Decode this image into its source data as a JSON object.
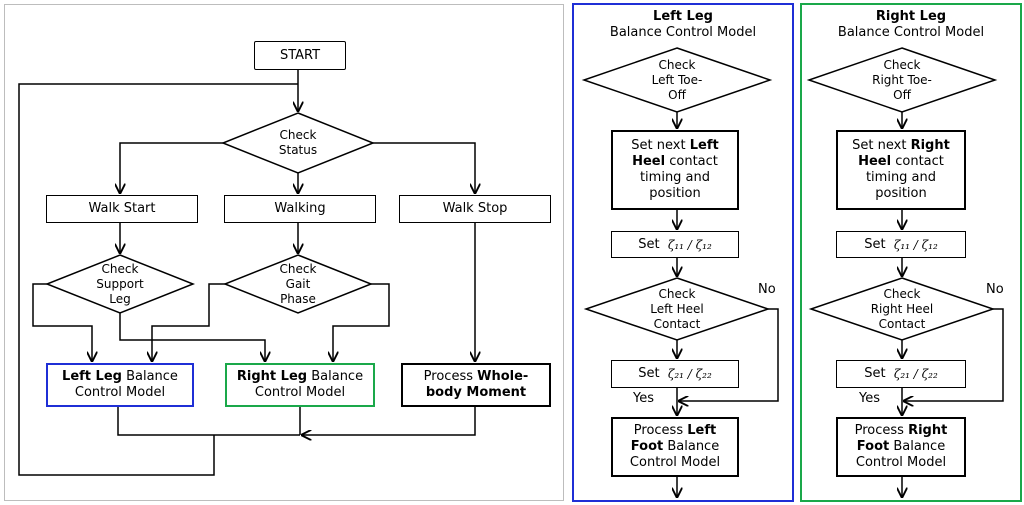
{
  "main": {
    "start": "START",
    "check_status": [
      "Check",
      "Status"
    ],
    "walk_start": "Walk Start",
    "walking": "Walking",
    "walk_stop": "Walk Stop",
    "check_support": [
      "Check",
      "Support",
      "Leg"
    ],
    "check_gait": [
      "Check",
      "Gait",
      "Phase"
    ],
    "left_model": {
      "bold": "Left Leg",
      "rest1": " Balance",
      "line2": "Control Model"
    },
    "right_model": {
      "bold": "Right Leg",
      "rest1": " Balance",
      "line2": "Control Model"
    },
    "process_whole": {
      "plain": "Process ",
      "bold1": "Whole-",
      "bold2": "body Moment"
    }
  },
  "left": {
    "title_bold": "Left Leg",
    "title_sub": "Balance Control Model",
    "check_toe": [
      "Check",
      "Left Toe-",
      "Off"
    ],
    "set_heel": {
      "pre": "Set next ",
      "b1": "Left",
      "b2": "Heel",
      "post": " contact",
      "l3": "timing and",
      "l4": "position"
    },
    "set_zeta1": {
      "label": "Set",
      "formula": "ζ₁₁ / ζ₁₂"
    },
    "check_heel": [
      "Check",
      "Left Heel",
      "Contact"
    ],
    "no": "No",
    "yes": "Yes",
    "set_zeta2": {
      "label": "Set",
      "formula": "ζ₂₁ / ζ₂₂"
    },
    "process_foot": {
      "pre": "Process ",
      "b1": "Left",
      "b2": "Foot",
      "post": " Balance",
      "l3": "Control Model"
    }
  },
  "right": {
    "title_bold": "Right Leg",
    "title_sub": "Balance Control Model",
    "check_toe": [
      "Check",
      "Right Toe-",
      "Off"
    ],
    "set_heel": {
      "pre": "Set next ",
      "b1": "Right",
      "b2": "Heel",
      "post": " contact",
      "l3": "timing and",
      "l4": "position"
    },
    "set_zeta1": {
      "label": "Set",
      "formula": "ζ₁₁ / ζ₁₂"
    },
    "check_heel": [
      "Check",
      "Right Heel",
      "Contact"
    ],
    "no": "No",
    "yes": "Yes",
    "set_zeta2": {
      "label": "Set",
      "formula": "ζ₂₁ / ζ₂₂"
    },
    "process_foot": {
      "pre": "Process ",
      "b1": "Right",
      "b2": "Foot",
      "post": " Balance",
      "l3": "Control Model"
    }
  },
  "colors": {
    "left_border": "#1f2fd6",
    "right_border": "#1aa84a",
    "line": "#000000"
  }
}
